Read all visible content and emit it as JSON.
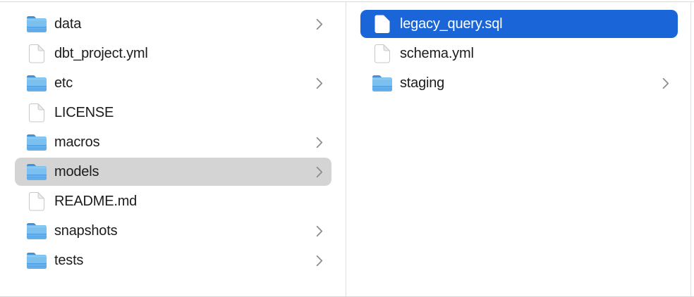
{
  "colors": {
    "selection_active": "#1a66d9",
    "selection_inactive": "#d4d4d4",
    "text": "#1c1c1e",
    "text_on_selection": "#ffffff",
    "chevron": "#8d8d8d",
    "divider": "#e0e0e0",
    "border": "#d9d9d9",
    "folder_body": "#7cc0f0",
    "folder_band": "#65b0ea",
    "folder_tab": "#3e93dc"
  },
  "icons": {
    "folder": "folder-icon",
    "file": "document-icon",
    "chevron": "chevron-right-icon"
  },
  "columns": [
    {
      "items": [
        {
          "label": "data",
          "type": "folder",
          "chevron": true,
          "selected": "none"
        },
        {
          "label": "dbt_project.yml",
          "type": "file",
          "chevron": false,
          "selected": "none"
        },
        {
          "label": "etc",
          "type": "folder",
          "chevron": true,
          "selected": "none"
        },
        {
          "label": "LICENSE",
          "type": "file",
          "chevron": false,
          "selected": "none"
        },
        {
          "label": "macros",
          "type": "folder",
          "chevron": true,
          "selected": "none"
        },
        {
          "label": "models",
          "type": "folder",
          "chevron": true,
          "selected": "inactive"
        },
        {
          "label": "README.md",
          "type": "file",
          "chevron": false,
          "selected": "none"
        },
        {
          "label": "snapshots",
          "type": "folder",
          "chevron": true,
          "selected": "none"
        },
        {
          "label": "tests",
          "type": "folder",
          "chevron": true,
          "selected": "none"
        }
      ]
    },
    {
      "items": [
        {
          "label": "legacy_query.sql",
          "type": "file",
          "chevron": false,
          "selected": "active"
        },
        {
          "label": "schema.yml",
          "type": "file",
          "chevron": false,
          "selected": "none"
        },
        {
          "label": "staging",
          "type": "folder",
          "chevron": true,
          "selected": "none"
        }
      ]
    }
  ]
}
